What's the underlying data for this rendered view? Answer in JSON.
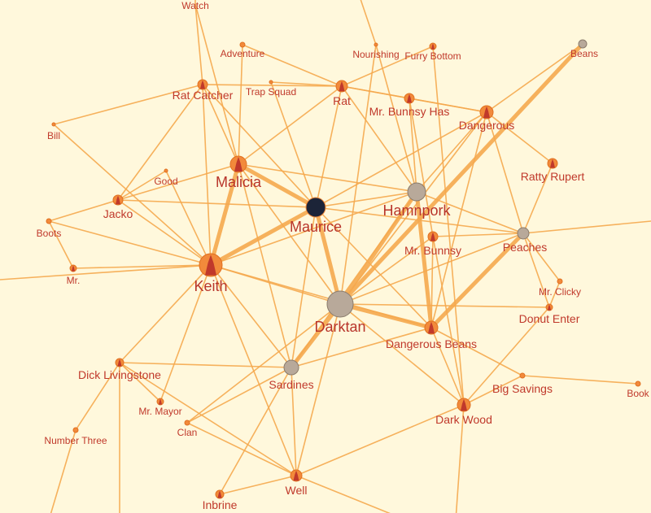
{
  "colors": {
    "background": "#fff8dc",
    "edge": "#f5a84e",
    "node": "#f28a3b",
    "label": "#c0392b",
    "photo_node_dark": "#1c2438",
    "photo_node_grey": "#b8a99a"
  },
  "nodes": [
    {
      "id": "watch",
      "label": "Watch"
    },
    {
      "id": "adventure",
      "label": "Adventure"
    },
    {
      "id": "nourishing",
      "label": "Nourishing"
    },
    {
      "id": "furry-bottom",
      "label": "Furry Bottom"
    },
    {
      "id": "beans",
      "label": "Beans"
    },
    {
      "id": "rat-catcher",
      "label": "Rat Catcher"
    },
    {
      "id": "trap-squad",
      "label": "Trap Squad"
    },
    {
      "id": "rat",
      "label": "Rat"
    },
    {
      "id": "mr-bunnsy-has",
      "label": "Mr. Bunnsy Has"
    },
    {
      "id": "dangerous",
      "label": "Dangerous"
    },
    {
      "id": "bill",
      "label": "Bill"
    },
    {
      "id": "ratty-rupert",
      "label": "Ratty Rupert"
    },
    {
      "id": "good",
      "label": "Good"
    },
    {
      "id": "malicia",
      "label": "Malicia"
    },
    {
      "id": "hamnpork",
      "label": "Hamnpork"
    },
    {
      "id": "jacko",
      "label": "Jacko"
    },
    {
      "id": "maurice",
      "label": "Maurice"
    },
    {
      "id": "boots",
      "label": "Boots"
    },
    {
      "id": "mr-bunnsy",
      "label": "Mr. Bunnsy"
    },
    {
      "id": "peaches",
      "label": "Peaches"
    },
    {
      "id": "mr",
      "label": "Mr."
    },
    {
      "id": "keith",
      "label": "Keith"
    },
    {
      "id": "mr-clicky",
      "label": "Mr. Clicky"
    },
    {
      "id": "donut-enter",
      "label": "Donut Enter"
    },
    {
      "id": "darktan",
      "label": "Darktan"
    },
    {
      "id": "dangerous-beans",
      "label": "Dangerous Beans"
    },
    {
      "id": "dick-livingstone",
      "label": "Dick Livingstone"
    },
    {
      "id": "sardines",
      "label": "Sardines"
    },
    {
      "id": "big-savings",
      "label": "Big Savings"
    },
    {
      "id": "book",
      "label": "Book"
    },
    {
      "id": "mr-mayor",
      "label": "Mr. Mayor"
    },
    {
      "id": "clan",
      "label": "Clan"
    },
    {
      "id": "dark-wood",
      "label": "Dark Wood"
    },
    {
      "id": "number-three",
      "label": "Number Three"
    },
    {
      "id": "well",
      "label": "Well"
    },
    {
      "id": "inbrine",
      "label": "Inbrine"
    }
  ],
  "edges": [
    [
      "keith",
      "maurice"
    ],
    [
      "keith",
      "malicia"
    ],
    [
      "keith",
      "darktan"
    ],
    [
      "keith",
      "jacko"
    ],
    [
      "keith",
      "rat-catcher"
    ],
    [
      "keith",
      "mr"
    ],
    [
      "keith",
      "dick-livingstone"
    ],
    [
      "keith",
      "hamnpork"
    ],
    [
      "keith",
      "sardines"
    ],
    [
      "keith",
      "dangerous-beans"
    ],
    [
      "keith",
      "good"
    ],
    [
      "keith",
      "boots"
    ],
    [
      "keith",
      "well"
    ],
    [
      "keith",
      "mr-mayor"
    ],
    [
      "maurice",
      "malicia"
    ],
    [
      "maurice",
      "darktan"
    ],
    [
      "maurice",
      "hamnpork"
    ],
    [
      "maurice",
      "dangerous-beans"
    ],
    [
      "maurice",
      "rat"
    ],
    [
      "maurice",
      "sardines"
    ],
    [
      "maurice",
      "peaches"
    ],
    [
      "maurice",
      "rat-catcher"
    ],
    [
      "maurice",
      "trap-squad"
    ],
    [
      "maurice",
      "dangerous"
    ],
    [
      "maurice",
      "jacko"
    ],
    [
      "darktan",
      "hamnpork"
    ],
    [
      "darktan",
      "dangerous-beans"
    ],
    [
      "darktan",
      "sardines"
    ],
    [
      "darktan",
      "peaches"
    ],
    [
      "darktan",
      "dangerous"
    ],
    [
      "darktan",
      "beans"
    ],
    [
      "darktan",
      "dark-wood"
    ],
    [
      "darktan",
      "malicia"
    ],
    [
      "darktan",
      "clan"
    ],
    [
      "darktan",
      "mr-bunnsy"
    ],
    [
      "darktan",
      "donut-enter"
    ],
    [
      "darktan",
      "well"
    ],
    [
      "darktan",
      "nourishing"
    ],
    [
      "hamnpork",
      "dangerous-beans"
    ],
    [
      "hamnpork",
      "peaches"
    ],
    [
      "hamnpork",
      "dangerous"
    ],
    [
      "hamnpork",
      "sardines"
    ],
    [
      "hamnpork",
      "malicia"
    ],
    [
      "hamnpork",
      "mr-bunnsy-has"
    ],
    [
      "hamnpork",
      "rat"
    ],
    [
      "dangerous-beans",
      "peaches"
    ],
    [
      "dangerous-beans",
      "sardines"
    ],
    [
      "dangerous-beans",
      "dangerous"
    ],
    [
      "dangerous-beans",
      "dark-wood"
    ],
    [
      "dangerous-beans",
      "mr-bunnsy"
    ],
    [
      "dangerous-beans",
      "big-savings"
    ],
    [
      "malicia",
      "rat-catcher"
    ],
    [
      "malicia",
      "adventure"
    ],
    [
      "malicia",
      "jacko"
    ],
    [
      "malicia",
      "watch"
    ],
    [
      "malicia",
      "rat"
    ],
    [
      "malicia",
      "sardines"
    ],
    [
      "sardines",
      "well"
    ],
    [
      "sardines",
      "dick-livingstone"
    ],
    [
      "sardines",
      "inbrine"
    ],
    [
      "sardines",
      "clan"
    ],
    [
      "peaches",
      "dangerous"
    ],
    [
      "peaches",
      "ratty-rupert"
    ],
    [
      "peaches",
      "mr-clicky"
    ],
    [
      "peaches",
      "donut-enter"
    ],
    [
      "dangerous",
      "beans"
    ],
    [
      "dangerous",
      "mr-bunnsy-has"
    ],
    [
      "dangerous",
      "rat"
    ],
    [
      "dangerous",
      "ratty-rupert"
    ],
    [
      "rat",
      "trap-squad"
    ],
    [
      "rat",
      "mr-bunnsy-has"
    ],
    [
      "rat",
      "furry-bottom"
    ],
    [
      "rat",
      "rat-catcher"
    ],
    [
      "rat-catcher",
      "bill"
    ],
    [
      "rat-catcher",
      "watch"
    ],
    [
      "rat-catcher",
      "jacko"
    ],
    [
      "jacko",
      "boots"
    ],
    [
      "jacko",
      "good"
    ],
    [
      "bill",
      "keith"
    ],
    [
      "mr",
      "boots"
    ],
    [
      "dick-livingstone",
      "number-three"
    ],
    [
      "dick-livingstone",
      "mr-mayor"
    ],
    [
      "dick-livingstone",
      "well"
    ],
    [
      "well",
      "dark-wood"
    ],
    [
      "well",
      "inbrine"
    ],
    [
      "well",
      "clan"
    ],
    [
      "dark-wood",
      "big-savings"
    ],
    [
      "dark-wood",
      "donut-enter"
    ],
    [
      "dark-wood",
      "mr-bunnsy"
    ],
    [
      "big-savings",
      "book"
    ],
    [
      "donut-enter",
      "mr-clicky"
    ],
    [
      "mr-bunnsy",
      "mr-bunnsy-has"
    ],
    [
      "mr-bunnsy",
      "peaches"
    ],
    [
      "furry-bottom",
      "dark-wood"
    ],
    [
      "nourishing",
      "hamnpork"
    ],
    [
      "adventure",
      "rat"
    ]
  ],
  "thick_edges": [
    [
      "keith",
      "maurice"
    ],
    [
      "keith",
      "malicia"
    ],
    [
      "maurice",
      "darktan"
    ],
    [
      "darktan",
      "hamnpork"
    ],
    [
      "darktan",
      "beans"
    ],
    [
      "darktan",
      "dangerous-beans"
    ],
    [
      "hamnpork",
      "dangerous-beans"
    ],
    [
      "darktan",
      "sardines"
    ],
    [
      "maurice",
      "malicia"
    ],
    [
      "dangerous-beans",
      "peaches"
    ]
  ]
}
